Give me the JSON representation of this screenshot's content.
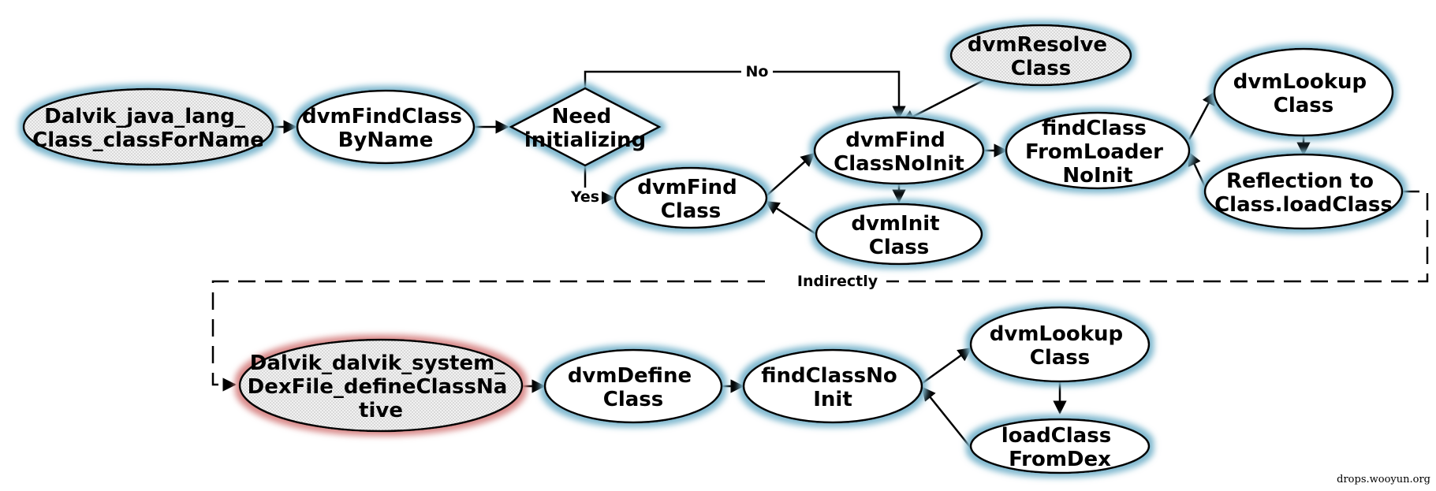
{
  "nodes": {
    "class_for_name": [
      "Dalvik_java_lang_",
      "Class_classForName"
    ],
    "find_class_by_name": [
      "dvmFindClass",
      "ByName"
    ],
    "need_initializing": [
      "Need",
      "initializing"
    ],
    "find_class": [
      "dvmFind",
      "Class"
    ],
    "find_class_no_init": [
      "dvmFind",
      "ClassNoInit"
    ],
    "resolve_class": [
      "dvmResolve",
      "Class"
    ],
    "init_class": [
      "dvmInit",
      "Class"
    ],
    "find_class_from_loader": [
      "findClass",
      "FromLoader",
      "NoInit"
    ],
    "lookup_class_top": [
      "dvmLookup",
      "Class"
    ],
    "reflection": [
      "Reflection to",
      "Class.loadClass"
    ],
    "define_class_native": [
      "Dalvik_dalvik_system_",
      "DexFile_defineClassNa",
      "tive"
    ],
    "define_class": [
      "dvmDefine",
      "Class"
    ],
    "find_class_no_init_2": [
      "findClassNo",
      "Init"
    ],
    "lookup_class_bottom": [
      "dvmLookup",
      "Class"
    ],
    "load_class_from_dex": [
      "loadClass",
      "FromDex"
    ]
  },
  "edge_labels": {
    "no": "No",
    "yes": "Yes",
    "indirectly": "Indirectly"
  },
  "watermark": "drops.wooyun.org",
  "colors": {
    "glow_blue": "#7fb8cf",
    "glow_red": "#d98a8a",
    "fill_white": "#ffffff",
    "fill_dotted": "#f2f2f2",
    "dot": "#b5b5b5",
    "line": "#000000"
  }
}
